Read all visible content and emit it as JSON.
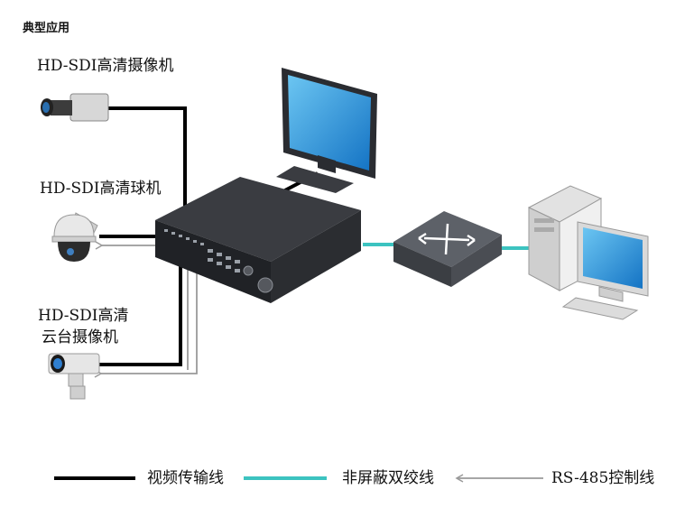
{
  "heading": "典型应用",
  "devices": {
    "camera_box": "HD-SDI高清摄像机",
    "camera_dome": "HD-SDI高清球机",
    "camera_ptz_line1": "HD-SDI高清",
    "camera_ptz_line2": "云台摄像机"
  },
  "legend": {
    "video": "视频传输线",
    "twisted_pair": "非屏蔽双绞线",
    "rs485": "RS-485控制线"
  },
  "colors": {
    "video_line": "#000000",
    "twisted_pair_line": "#3cc3c0",
    "rs485_line": "#9a9a9a",
    "screen": "#1f8fd6"
  }
}
